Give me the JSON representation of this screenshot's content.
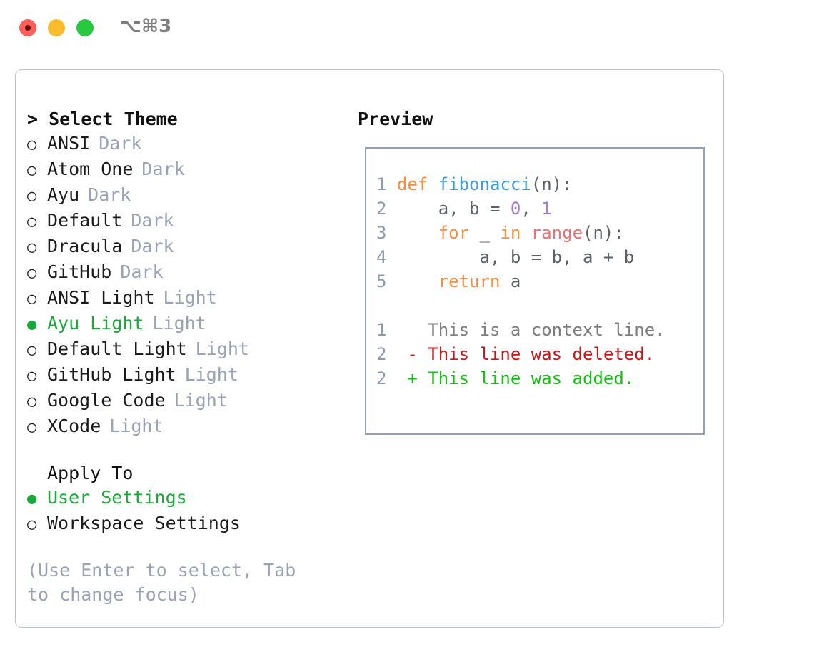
{
  "window": {
    "title": "⌥⌘3",
    "traffic_lights": [
      {
        "name": "close",
        "color": "#fc6058"
      },
      {
        "name": "minimize",
        "color": "#fdbc2e"
      },
      {
        "name": "zoom",
        "color": "#29c93f"
      }
    ]
  },
  "theme_picker": {
    "heading": "> Select Theme",
    "marker_selected": "●",
    "marker_unselected": "○",
    "accent_color": "#1aa83a",
    "muted_color": "#9aa3b5",
    "options": [
      {
        "label": "ANSI",
        "category": "Dark",
        "selected": false
      },
      {
        "label": "Atom One",
        "category": "Dark",
        "selected": false
      },
      {
        "label": "Ayu",
        "category": "Dark",
        "selected": false
      },
      {
        "label": "Default",
        "category": "Dark",
        "selected": false
      },
      {
        "label": "Dracula",
        "category": "Dark",
        "selected": false
      },
      {
        "label": "GitHub",
        "category": "Dark",
        "selected": false
      },
      {
        "label": "ANSI Light",
        "category": "Light",
        "selected": false
      },
      {
        "label": "Ayu Light",
        "category": "Light",
        "selected": true
      },
      {
        "label": "Default Light",
        "category": "Light",
        "selected": false
      },
      {
        "label": "GitHub Light",
        "category": "Light",
        "selected": false
      },
      {
        "label": "Google Code",
        "category": "Light",
        "selected": false
      },
      {
        "label": "XCode",
        "category": "Light",
        "selected": false
      }
    ]
  },
  "apply_to": {
    "heading": "Apply To",
    "options": [
      {
        "label": "User Settings",
        "selected": true
      },
      {
        "label": "Workspace Settings",
        "selected": false
      }
    ]
  },
  "hint": "(Use Enter to select, Tab to change focus)",
  "preview": {
    "heading": "Preview",
    "border_color": "#93a0b3",
    "code": {
      "lines": [
        {
          "number": "1",
          "tokens": [
            {
              "text": "def ",
              "type": "keyword"
            },
            {
              "text": "fibonacci",
              "type": "function"
            },
            {
              "text": "(n):",
              "type": "plain"
            }
          ]
        },
        {
          "number": "2",
          "tokens": [
            {
              "text": "    a, b = ",
              "type": "plain"
            },
            {
              "text": "0",
              "type": "number"
            },
            {
              "text": ", ",
              "type": "plain"
            },
            {
              "text": "1",
              "type": "number"
            }
          ]
        },
        {
          "number": "3",
          "tokens": [
            {
              "text": "    ",
              "type": "plain"
            },
            {
              "text": "for",
              "type": "keyword"
            },
            {
              "text": " _ ",
              "type": "plain"
            },
            {
              "text": "in",
              "type": "keyword"
            },
            {
              "text": " ",
              "type": "plain"
            },
            {
              "text": "range",
              "type": "builtin"
            },
            {
              "text": "(n):",
              "type": "plain"
            }
          ]
        },
        {
          "number": "4",
          "tokens": [
            {
              "text": "        a, b = b, a + b",
              "type": "plain"
            }
          ]
        },
        {
          "number": "5",
          "tokens": [
            {
              "text": "    ",
              "type": "plain"
            },
            {
              "text": "return",
              "type": "keyword"
            },
            {
              "text": " a",
              "type": "plain"
            }
          ]
        }
      ],
      "token_colors": {
        "keyword": "#fa8d3e",
        "function": "#399ee6",
        "number": "#a37acc",
        "builtin": "#f07171",
        "plain": "#5c6166",
        "line_number": "#8e99ab"
      }
    },
    "diff": {
      "lines": [
        {
          "number": "1",
          "prefix": " ",
          "text": "This is a context line.",
          "kind": "context"
        },
        {
          "number": "2",
          "prefix": "-",
          "text": "This line was deleted.",
          "kind": "deleted"
        },
        {
          "number": "2",
          "prefix": "+",
          "text": "This line was added.",
          "kind": "added"
        }
      ],
      "colors": {
        "context": "#7d7d7d",
        "deleted": "#c41a1a",
        "added": "#13c013"
      }
    }
  }
}
